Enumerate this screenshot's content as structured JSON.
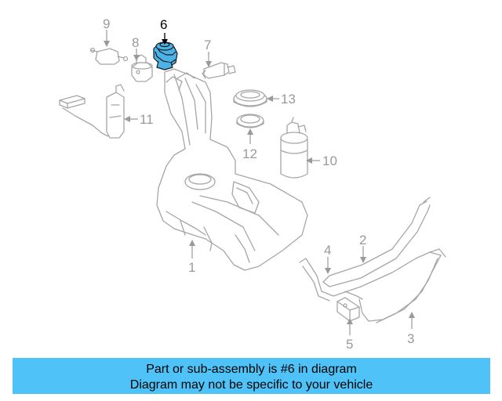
{
  "diagram": {
    "callouts": {
      "c1": "1",
      "c2": "2",
      "c3": "3",
      "c4": "4",
      "c5": "5",
      "c6": "6",
      "c7": "7",
      "c8": "8",
      "c9": "9",
      "c10": "10",
      "c11": "11",
      "c12": "12",
      "c13": "13"
    },
    "highlighted_part": "6",
    "colors": {
      "highlight": "#4bb3e6",
      "banner": "#4fc3f7",
      "line_art": "#a6a6a6"
    }
  },
  "banner": {
    "line1": "Part or sub-assembly is #6 in diagram",
    "line2": "Diagram may not be specific to your vehicle"
  }
}
